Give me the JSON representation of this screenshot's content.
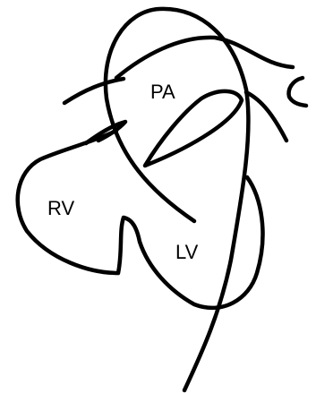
{
  "labels": {
    "pa": "PA",
    "rv": "RV",
    "lv": "LV"
  },
  "colors": {
    "background": "#ffffff",
    "stroke": "#000000"
  }
}
